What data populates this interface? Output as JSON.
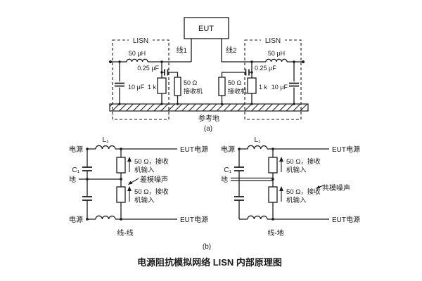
{
  "colors": {
    "ink": "#1a1a1a",
    "background": "#ffffff"
  },
  "figure": {
    "caption": "电源阻抗模拟网络 LISN 内部原理图",
    "part_a": {
      "tag": "(a)",
      "eut_label": "EUT",
      "line1_label": "线1",
      "line2_label": "线2",
      "ground_label": "参考地",
      "lisn_left": {
        "box_label": "LISN",
        "inductor": "50 μH",
        "series_cap": "0.25 μF",
        "shunt_cap": "10 μF",
        "resistor": "1 k",
        "receiver_value": "50 Ω",
        "receiver_label": "接收机"
      },
      "lisn_right": {
        "box_label": "LISN",
        "inductor": "50 μH",
        "series_cap": "0.25 μF",
        "shunt_cap": "10 μF",
        "resistor": "1 k",
        "receiver_value": "50 Ω",
        "receiver_label": "接收机"
      }
    },
    "part_b": {
      "tag": "(b)",
      "line_line": {
        "caption": "线-线",
        "power_top": "电源",
        "power_bottom": "电源",
        "eut_power_top": "EUT电源",
        "eut_power_bottom": "EUT电源",
        "inductor": "L₁",
        "capacitor": "C₁",
        "ground": "地",
        "receiver_top_line1": "50 Ω，接收",
        "receiver_top_line2": "机输入",
        "receiver_bottom_line1": "50 Ω，接收",
        "receiver_bottom_line2": "机输入",
        "noise": "差模噪声"
      },
      "line_ground": {
        "caption": "线-地",
        "power_top": "电源",
        "eut_power_top": "EUT电源",
        "eut_power_bottom": "EUT电源",
        "inductor": "L₁",
        "capacitor": "C₁",
        "ground": "地",
        "receiver_top_line1": "50 Ω，接收",
        "receiver_top_line2": "机输入",
        "receiver_bottom_line1": "50 Ω，接收",
        "receiver_bottom_line2": "机输入",
        "noise": "共模噪声"
      }
    }
  }
}
